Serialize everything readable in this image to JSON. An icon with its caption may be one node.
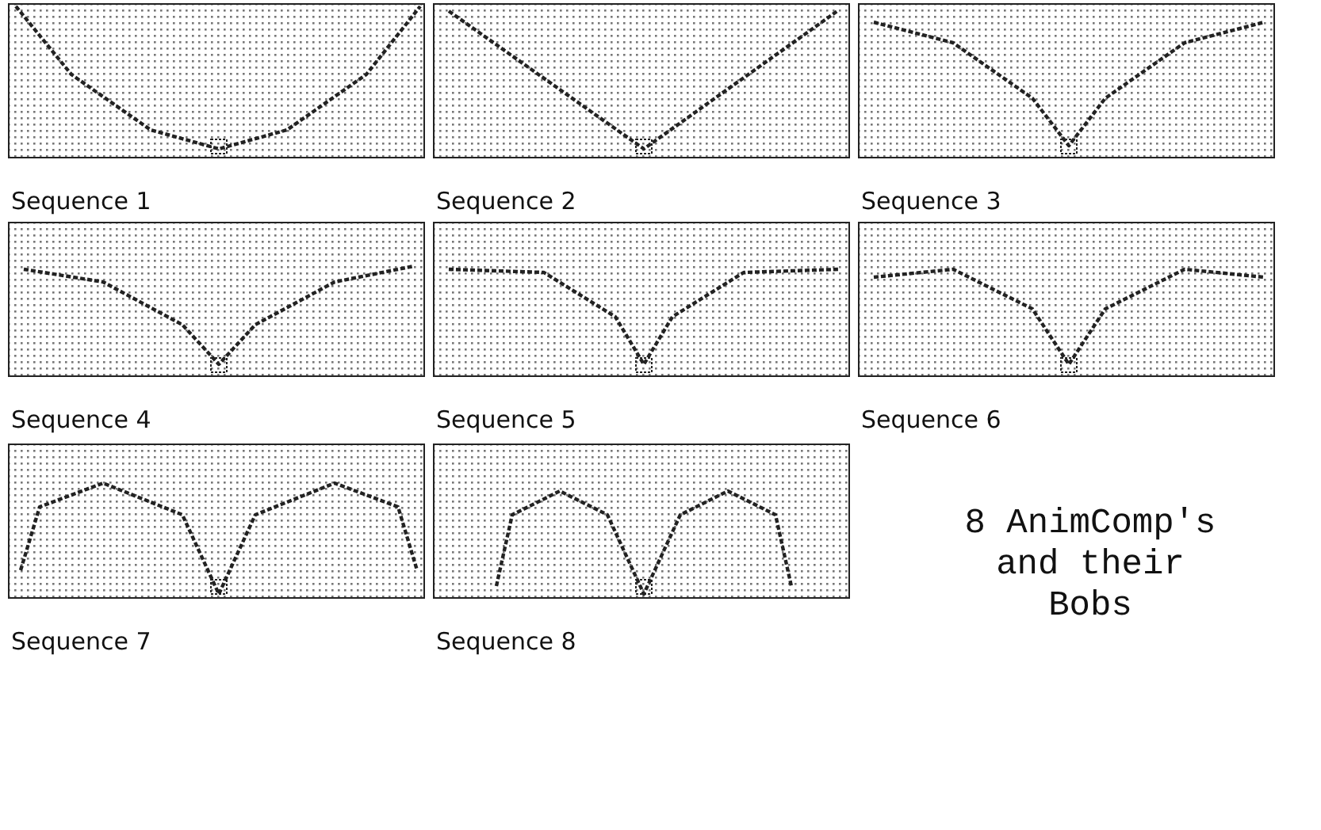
{
  "diagram": {
    "labels": [
      "Sequence 1",
      "Sequence 2",
      "Sequence 3",
      "Sequence 4",
      "Sequence 5",
      "Sequence 6",
      "Sequence 7",
      "Sequence 8",
      "8 AnimComp's and their Bobs"
    ]
  }
}
